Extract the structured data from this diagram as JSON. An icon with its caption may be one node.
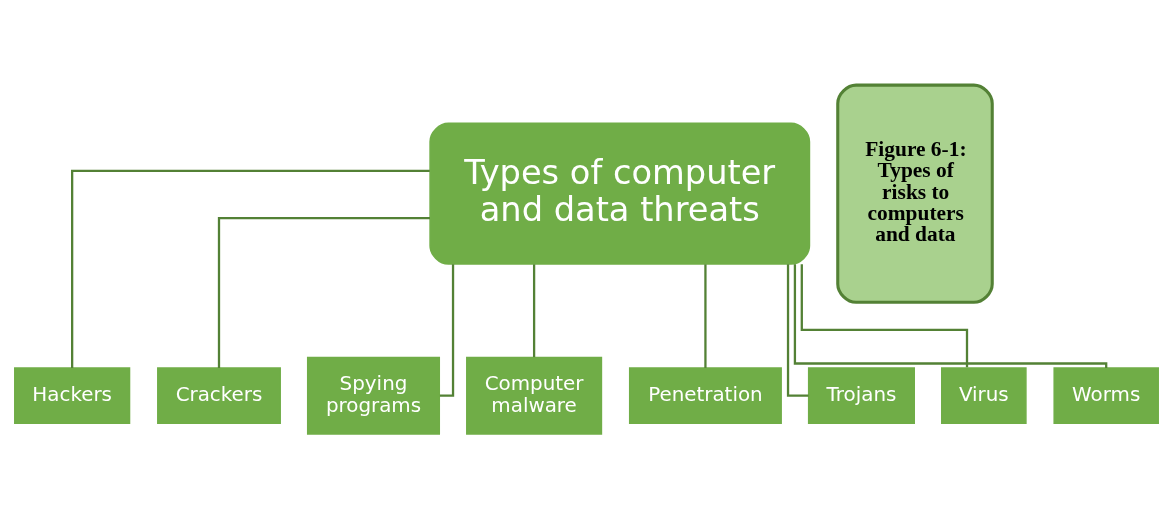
{
  "diagram": {
    "nodes": [
      {
        "text": [
          "Types of computer and data threats"
        ]
      },
      {
        "text": [
          "Hackers"
        ]
      },
      {
        "text": [
          "Crackers"
        ]
      },
      {
        "text": [
          "Spying programs"
        ]
      },
      {
        "text": [
          "Computer malware"
        ]
      },
      {
        "text": [
          "Penetration"
        ]
      },
      {
        "text": [
          "Trojans"
        ]
      },
      {
        "text": [
          "Virus"
        ]
      },
      {
        "text": [
          "Worms"
        ]
      },
      {
        "text": [
          "Figure 6-1: Types of risks to computers and data"
        ]
      }
    ],
    "edges": [
      {
        "from": 0,
        "to": 1,
        "arrow": "none"
      },
      {
        "from": 0,
        "to": 2,
        "arrow": "none"
      },
      {
        "from": 0,
        "to": 3,
        "arrow": "none"
      },
      {
        "from": 0,
        "to": 4,
        "arrow": "none"
      },
      {
        "from": 0,
        "to": 5,
        "arrow": "none"
      },
      {
        "from": 0,
        "to": 6,
        "arrow": "none"
      },
      {
        "from": 0,
        "to": 7,
        "arrow": "none"
      },
      {
        "from": 0,
        "to": 8,
        "arrow": "none"
      }
    ]
  }
}
